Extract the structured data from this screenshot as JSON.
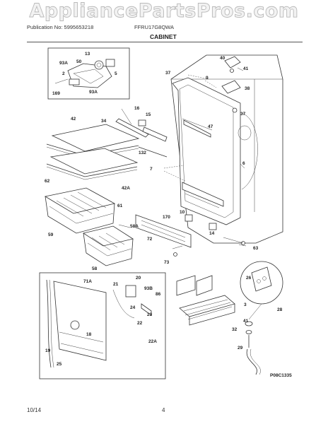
{
  "watermark": "AppliancePartsPros.com",
  "header": {
    "publication": "Publication No: 5995653218",
    "model": "FFRU17G8QWA",
    "title": "CABINET"
  },
  "footer": {
    "date": "10/14",
    "page": "4"
  },
  "figure_code": "P08C1335",
  "callouts": {
    "c40": "40",
    "c41a": "41",
    "c38": "38",
    "c37a": "37",
    "c9": "9",
    "c37b": "37",
    "c6": "6",
    "c47": "47",
    "c16": "16",
    "c15": "15",
    "c34": "34",
    "c42": "42",
    "c132": "132",
    "c7": "7",
    "c62": "62",
    "c42a": "42A",
    "c61": "61",
    "c59": "59",
    "c58a": "58A",
    "c170": "170",
    "c10": "10",
    "c14": "14",
    "c72": "72",
    "c58": "58",
    "c73": "73",
    "c63": "63",
    "c13": "13",
    "c50": "50",
    "c93a": "93A",
    "c2": "2",
    "c5": "5",
    "c169": "169",
    "c93a2": "93A",
    "c20": "20",
    "c71a": "71A",
    "c21": "21",
    "c93b": "93B",
    "c86": "86",
    "c24": "24",
    "c23": "23",
    "c22": "22",
    "c22a": "22A",
    "c18": "18",
    "c19": "19",
    "c25": "25",
    "c26": "26",
    "c28": "28",
    "c3": "3",
    "c41b": "41",
    "c32": "32",
    "c29": "29"
  }
}
